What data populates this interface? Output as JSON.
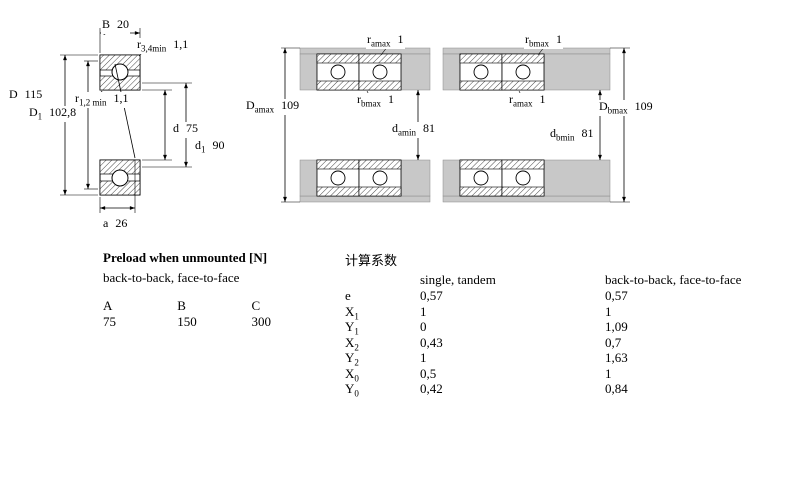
{
  "bearing_drawing": {
    "dims": {
      "B": {
        "sym": "B",
        "sub": "",
        "val": "20"
      },
      "r34": {
        "sym": "r",
        "sub": "3,4min",
        "val": "1,1"
      },
      "D": {
        "sym": "D",
        "sub": "",
        "val": "115"
      },
      "D1": {
        "sym": "D",
        "sub": "1",
        "val": "102,8"
      },
      "r12": {
        "sym": "r",
        "sub": "1,2 min",
        "val": "1,1"
      },
      "d": {
        "sym": "d",
        "sub": "",
        "val": "75"
      },
      "d1": {
        "sym": "d",
        "sub": "1",
        "val": "90"
      },
      "a": {
        "sym": "a",
        "sub": "",
        "val": "26"
      }
    }
  },
  "arrangement_db": {
    "r_top": {
      "sym": "r",
      "sub": "amax",
      "val": "1"
    },
    "D_left": {
      "sym": "D",
      "sub": "amax",
      "val": "109"
    },
    "r_mid": {
      "sym": "r",
      "sub": "bmax",
      "val": "1"
    },
    "d_center": {
      "sym": "d",
      "sub": "amin",
      "val": "81"
    }
  },
  "arrangement_ff": {
    "r_top": {
      "sym": "r",
      "sub": "bmax",
      "val": "1"
    },
    "r_mid": {
      "sym": "r",
      "sub": "amax",
      "val": "1"
    },
    "d_center": {
      "sym": "d",
      "sub": "bmin",
      "val": "81"
    },
    "D_right": {
      "sym": "D",
      "sub": "bmax",
      "val": "109"
    }
  },
  "preload": {
    "title": "Preload when unmounted [N]",
    "subtitle": "back-to-back, face-to-face",
    "columns": [
      "A",
      "B",
      "C"
    ],
    "values": [
      "75",
      "150",
      "300"
    ]
  },
  "factors": {
    "title": "计算系数",
    "col_single": "single, tandem",
    "col_paired": "back-to-back, face-to-face",
    "rows": [
      {
        "base": "e",
        "sub": "",
        "v1": "0,57",
        "v2": "0,57"
      },
      {
        "base": "X",
        "sub": "1",
        "v1": "1",
        "v2": "1"
      },
      {
        "base": "Y",
        "sub": "1",
        "v1": "0",
        "v2": "1,09"
      },
      {
        "base": "X",
        "sub": "2",
        "v1": "0,43",
        "v2": "0,7"
      },
      {
        "base": "Y",
        "sub": "2",
        "v1": "1",
        "v2": "1,63"
      },
      {
        "base": "X",
        "sub": "0",
        "v1": "0,5",
        "v2": "1"
      },
      {
        "base": "Y",
        "sub": "0",
        "v1": "0,42",
        "v2": "0,84"
      }
    ]
  }
}
